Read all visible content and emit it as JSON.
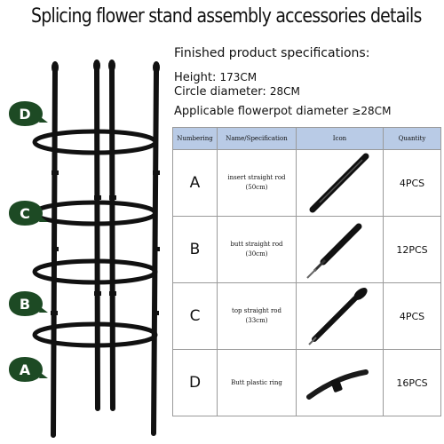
{
  "title": "Splicing flower stand assembly accessories details",
  "specs": {
    "heading": "Finished product specifications:",
    "height_label": "Height: ",
    "height_value": "173CM",
    "circle_label": "Circle diameter: ",
    "circle_value": "28CM",
    "flowerpot_label": "Applicable flowerpot diameter ",
    "flowerpot_value": "≥28CM"
  },
  "badges": [
    "D",
    "C",
    "B",
    "A"
  ],
  "colors": {
    "badge": "#1d4a24",
    "header_fill": "#b9cbe6",
    "stand": "#111111"
  },
  "table": {
    "headers": [
      "Numbering",
      "Name/Specification",
      "Icon",
      "Quantity"
    ],
    "rows": [
      {
        "num": "A",
        "name": "insert straight rod",
        "size": "(50cm)",
        "icon": "straight-rod-icon",
        "qty": "4PCS"
      },
      {
        "num": "B",
        "name": "butt straight rod",
        "size": "(30cm)",
        "icon": "butt-rod-icon",
        "qty": "12PCS"
      },
      {
        "num": "C",
        "name": "top straight rod",
        "size": "(33cm)",
        "icon": "top-rod-icon",
        "qty": "4PCS"
      },
      {
        "num": "D",
        "name": "Butt plastic ring",
        "size": "",
        "icon": "plastic-ring-icon",
        "qty": "16PCS"
      }
    ]
  }
}
